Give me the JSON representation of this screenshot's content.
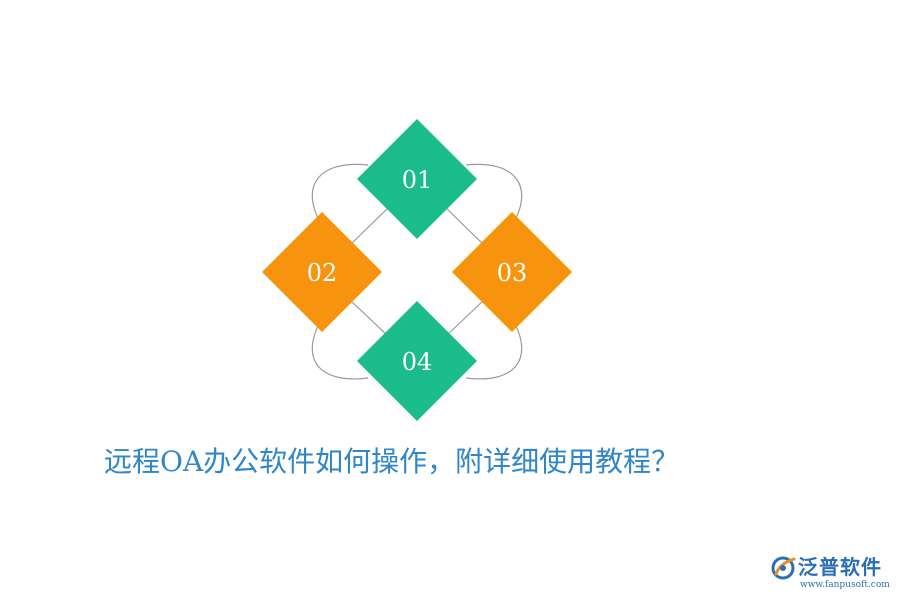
{
  "diagram": {
    "items": [
      {
        "label": "01",
        "color": "#1abc8c"
      },
      {
        "label": "02",
        "color": "#f7930c"
      },
      {
        "label": "03",
        "color": "#f7930c"
      },
      {
        "label": "04",
        "color": "#1abc8c"
      }
    ],
    "connector_color": "#9a9a9a"
  },
  "caption": {
    "text": "远程OA办公软件如何操作，附详细使用教程？",
    "color": "#2f86c9"
  },
  "logo": {
    "name": "泛普软件",
    "url": "www.fanpusoft.com",
    "color": "#2a6fb5"
  }
}
